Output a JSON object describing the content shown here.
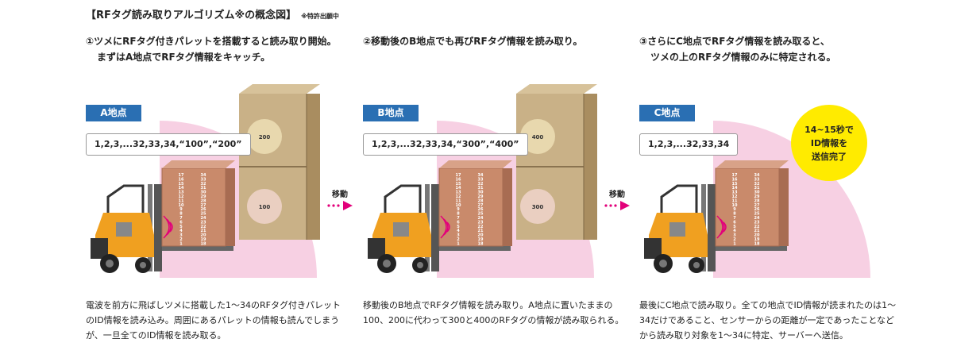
{
  "title": "【RFタグ読み取りアルゴリズム※の概念図】",
  "title_note": "※特許出願中",
  "panels": [
    {
      "step_line1": "①ツメにRFタグ付きパレットを搭載すると読み取り開始。",
      "step_line2": "まずはA地点でRFタグ情報をキャッチ。",
      "location": "A地点",
      "readout": "1,2,3,...32,33,34,“100”,“200”",
      "upper_pallet_id": "200",
      "lower_pallet_id": "100",
      "description": "電波を前方に飛ばしツメに搭載した1～34のRFタグ付きパレットのID情報を読み込み。周囲にあるパレットの情報も読んでしまうが、一旦全てのID情報を読み取る。"
    },
    {
      "step_line1": "②移動後のB地点でも再びRFタグ情報を読み取り。",
      "step_line2": "",
      "location": "B地点",
      "readout": "1,2,3,...32,33,34,“300”,“400”",
      "upper_pallet_id": "400",
      "lower_pallet_id": "300",
      "description": "移動後のB地点でRFタグ情報を読み取り。A地点に置いたままの100、200に代わって300と400のRFタグの情報が読み取られる。"
    },
    {
      "step_line1": "③さらにC地点でRFタグ情報を読み取ると、",
      "step_line2": "ツメの上のRFタグ情報のみに特定される。",
      "location": "C地点",
      "readout": "1,2,3,...32,33,34",
      "description": "最後にC地点で読み取り。全ての地点でID情報が読まれたのは1～34だけであること、センサーからの距離が一定であったことなどから読み取り対象を1～34に特定、サーバーへ送信。"
    }
  ],
  "move_label": "移動",
  "completion": {
    "line1": "14~15秒で",
    "line2": "ID情報を",
    "line3": "送信完了"
  },
  "load_labels": {
    "left_column": [
      "17",
      "16",
      "15",
      "14",
      "13",
      "12",
      "11",
      "10",
      "9",
      "8",
      "7",
      "6",
      "5",
      "4",
      "3",
      "2",
      "1"
    ],
    "right_column": [
      "34",
      "33",
      "32",
      "31",
      "30",
      "29",
      "28",
      "27",
      "26",
      "25",
      "24",
      "23",
      "22",
      "21",
      "20",
      "19",
      "18"
    ]
  },
  "colors": {
    "accent_blue": "#2a6fb3",
    "arrow_pink": "#e2007a",
    "read_zone_pink": "#f7d0e3",
    "forklift_orange": "#f0a020",
    "completion_yellow": "#ffeb00"
  },
  "icons": [
    "forklift-icon",
    "radio-wave-icon",
    "move-arrow-icon"
  ]
}
